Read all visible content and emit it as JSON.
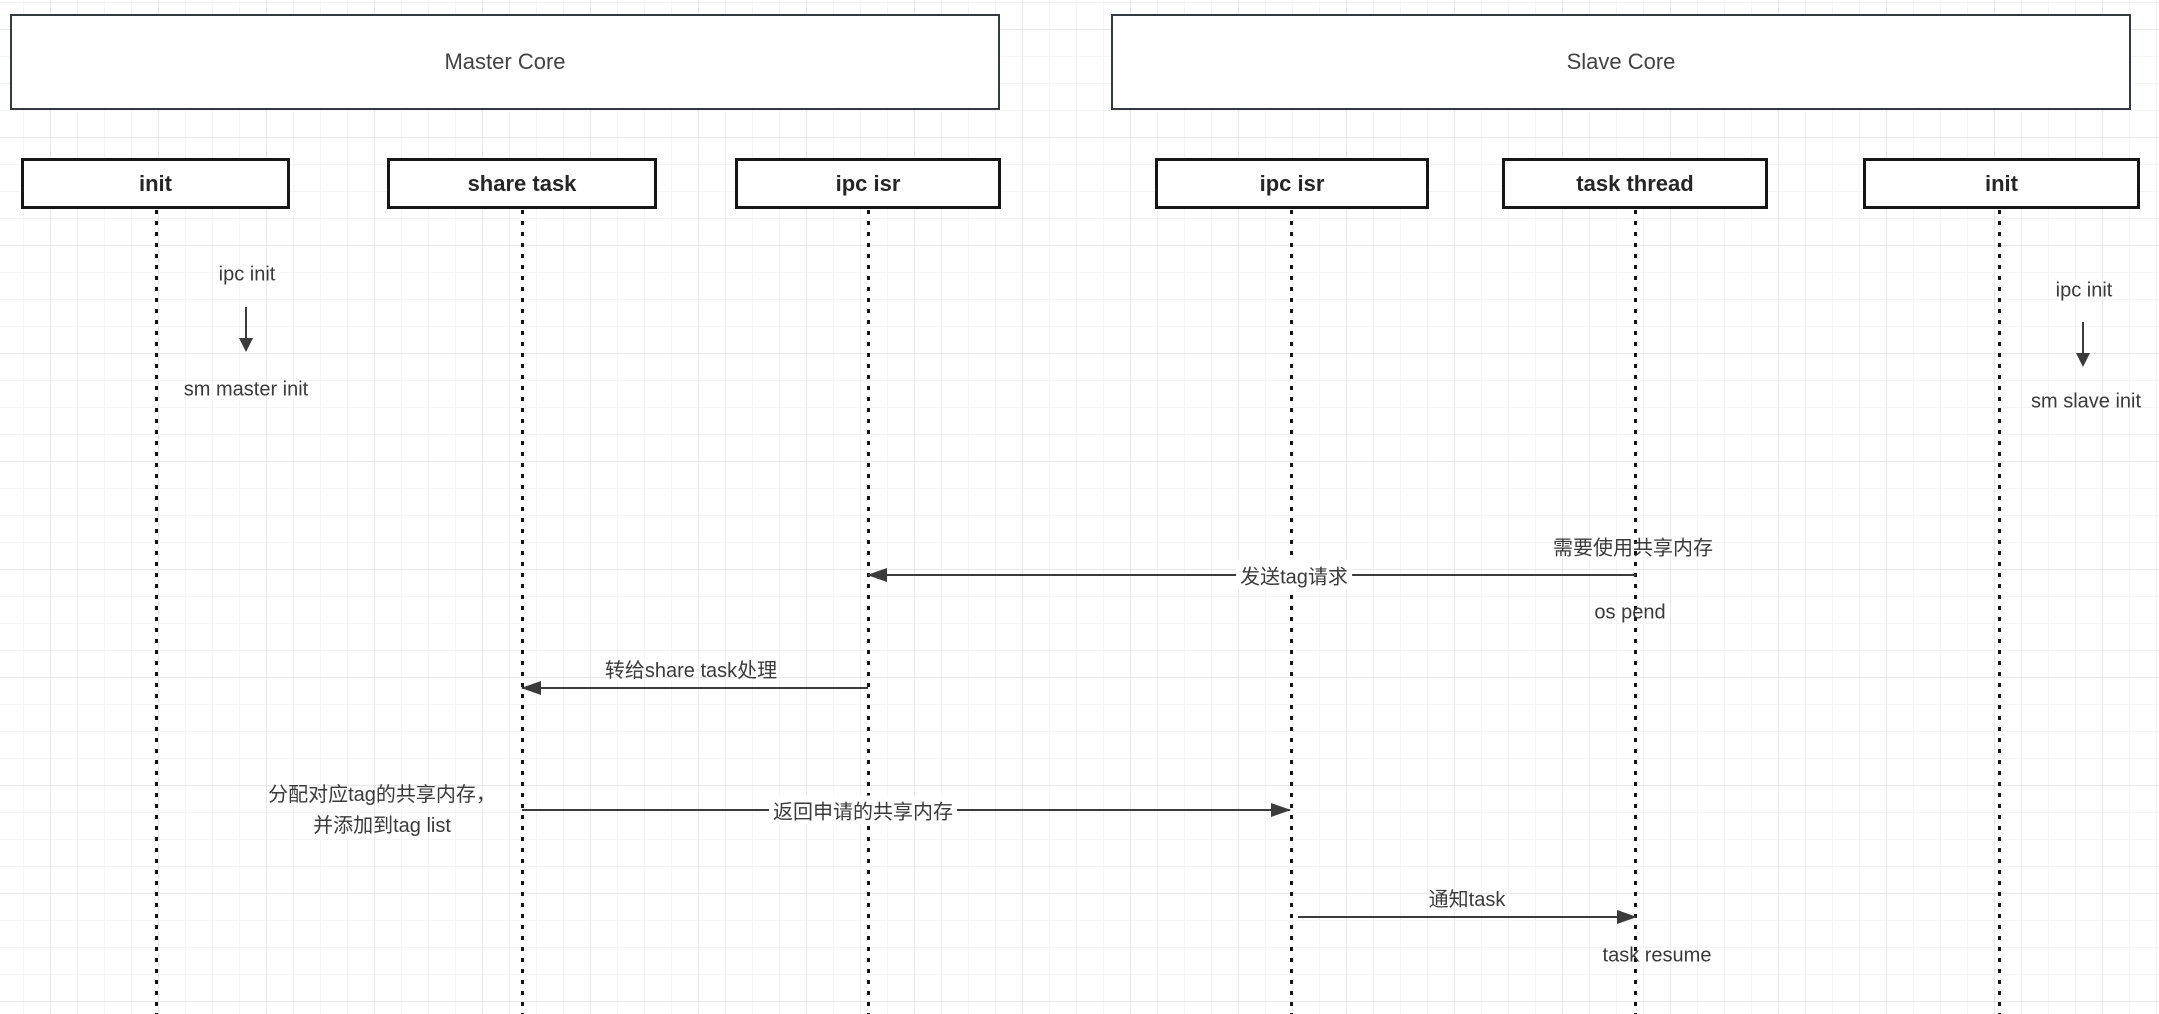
{
  "cores": [
    {
      "label": "Master Core"
    },
    {
      "label": "Slave Core"
    }
  ],
  "participants": [
    {
      "label": "init",
      "core": "Master Core"
    },
    {
      "label": "share task",
      "core": "Master Core"
    },
    {
      "label": "ipc isr",
      "core": "Master Core"
    },
    {
      "label": "ipc isr",
      "core": "Slave Core"
    },
    {
      "label": "task thread",
      "core": "Slave Core"
    },
    {
      "label": "init",
      "core": "Slave Core"
    }
  ],
  "annotations": {
    "master_ipc_init": "ipc init",
    "master_sm_init": "sm master init",
    "slave_ipc_init": "ipc init",
    "slave_sm_init": "sm slave init",
    "need_shared_mem": "需要使用共享内存",
    "os_pend": "os pend",
    "alloc_line1": "分配对应tag的共享内存，",
    "alloc_line2": "并添加到tag list",
    "task_resume": "task resume"
  },
  "messages": [
    {
      "label": "发送tag请求",
      "direction": "left",
      "from": "task thread",
      "to": "ipc isr (master)"
    },
    {
      "label": "转给share task处理",
      "direction": "left",
      "from": "ipc isr (master)",
      "to": "share task"
    },
    {
      "label": "返回申请的共享内存",
      "direction": "right",
      "from": "share task",
      "to": "ipc isr (slave)"
    },
    {
      "label": "通知task",
      "direction": "right",
      "from": "ipc isr (slave)",
      "to": "task thread"
    }
  ],
  "colors": {
    "stroke": "#3b3b3b",
    "participant_border": "#161616",
    "core_border": "#343a40",
    "grid_minor": "#f4f4f4",
    "grid_major": "#e7e7e7"
  }
}
